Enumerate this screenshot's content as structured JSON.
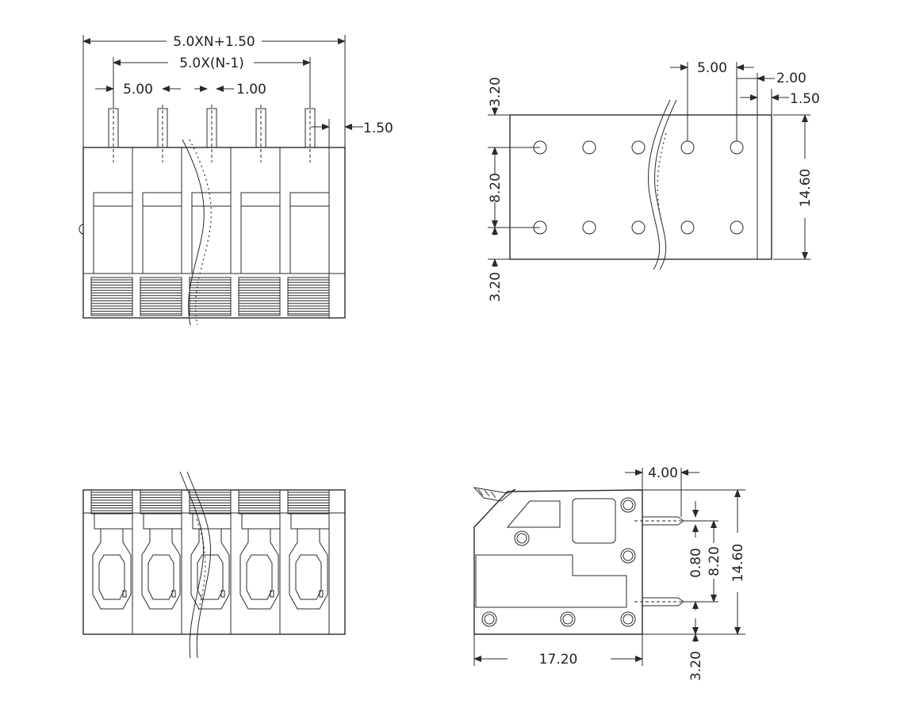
{
  "views": {
    "front": {
      "dim_overall": "5.0XN+1.50",
      "dim_span": "5.0X(N-1)",
      "dim_pitch": "5.00",
      "dim_pin": "1.00",
      "dim_edge": "1.50"
    },
    "top": {
      "dim_pitch": "5.00",
      "dim_edge_a": "2.00",
      "dim_edge_b": "1.50",
      "dim_top": "3.20",
      "dim_row": "8.20",
      "dim_bottom": "3.20",
      "dim_height": "14.60"
    },
    "side": {
      "dim_pin_offset": "4.00",
      "dim_pin": "0.80",
      "dim_row": "8.20",
      "dim_height": "14.60",
      "dim_length": "17.20",
      "dim_bottom": "3.20"
    }
  }
}
